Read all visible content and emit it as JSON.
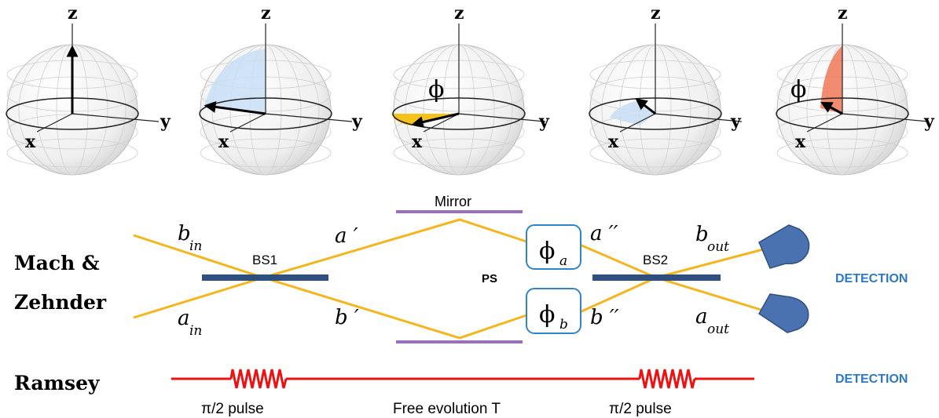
{
  "bloch_spheres": [
    {
      "z": "z",
      "x": "x",
      "y": "y"
    },
    {
      "z": "z",
      "x": "x",
      "y": "y"
    },
    {
      "z": "z",
      "x": "x",
      "y": "y",
      "phase": "ϕ"
    },
    {
      "z": "z",
      "x": "x",
      "y": "y"
    },
    {
      "z": "z",
      "x": "x",
      "y": "y",
      "phase": "ϕ"
    }
  ],
  "interferometer": {
    "row_label_line1": "Mach &",
    "row_label_line2": "Zehnder",
    "mirror_label": "Mirror",
    "bs1_label": "BS1",
    "bs2_label": "BS2",
    "ps_label": "PS",
    "phi_a": {
      "sym": "ϕ",
      "sub": "a"
    },
    "phi_b": {
      "sym": "ϕ",
      "sub": "b"
    },
    "b_in": {
      "sym": "b",
      "sub": "in"
    },
    "a_in": {
      "sym": "a",
      "sub": "in"
    },
    "a_prime": "a ′",
    "b_prime": "b ′",
    "a_dprime": "a ′′",
    "b_dprime": "b ′′",
    "b_out": {
      "sym": "b",
      "sub": "out"
    },
    "a_out": {
      "sym": "a",
      "sub": "out"
    },
    "detection": "DETECTION"
  },
  "ramsey": {
    "row_label": "Ramsey",
    "pulse_left": "π/2 pulse",
    "free_evolution": "Free evolution T",
    "pulse_right": "π/2 pulse",
    "detection": "DETECTION"
  },
  "colors": {
    "beam": "#f5b51e",
    "splitter": "#2f4f7f",
    "mirror": "#9a70b8",
    "detector": "#4a72b0",
    "detection_text": "#2e78c8",
    "ramsey_line": "#ee1111",
    "phase_box": "#2e86c8",
    "sphere_blue_fill": "#c9def4",
    "sphere_yellow_fill": "#f5c21a",
    "sphere_orange_fill": "#f08060"
  }
}
